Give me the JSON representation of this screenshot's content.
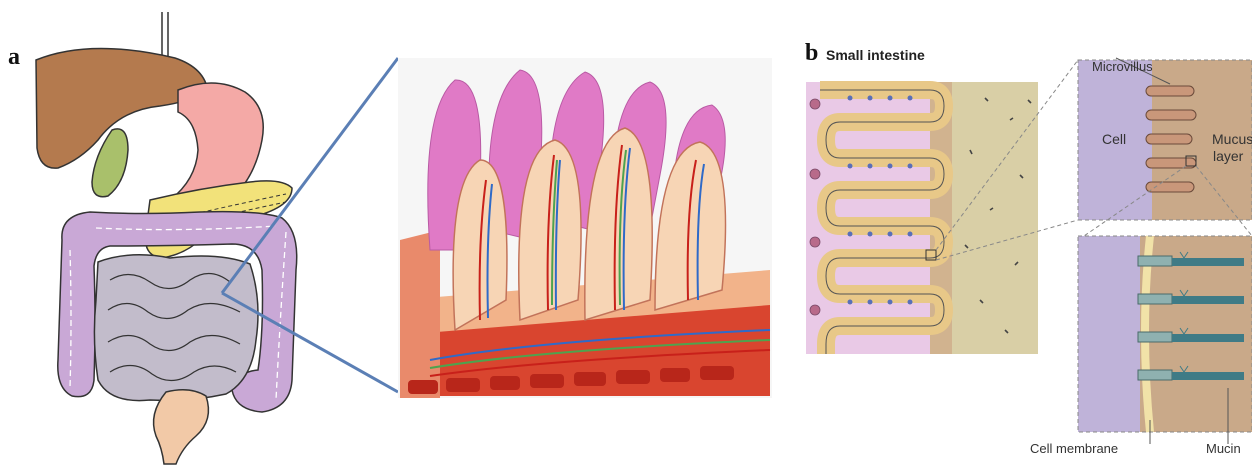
{
  "panels": {
    "a": {
      "label": "a"
    },
    "b": {
      "label": "b",
      "title": "Small intestine",
      "labels": {
        "microvillus": "Microvillus",
        "cell": "Cell",
        "mucus_line1": "Mucus",
        "mucus_line2": "layer",
        "cell_membrane": "Cell membrane",
        "mucin": "Mucin"
      }
    }
  },
  "colors": {
    "liver": "#b47a4e",
    "stomach": "#f4a9a6",
    "pancreas": "#f2e27a",
    "gallbladder": "#a9c06b",
    "large_intestine": "#c9a8d6",
    "small_intestine": "#c2bccb",
    "rectum": "#f2c9a7",
    "villus_pink": "#e07ac6",
    "tissue_peach": "#f7d5b5",
    "connector_line": "#5b7fb5",
    "crypt_bg": "#e9c9e6",
    "lumen_bg": "#d9cfa6",
    "cell_panel": "#bfb3d9",
    "mucus_panel": "#c9a989"
  }
}
